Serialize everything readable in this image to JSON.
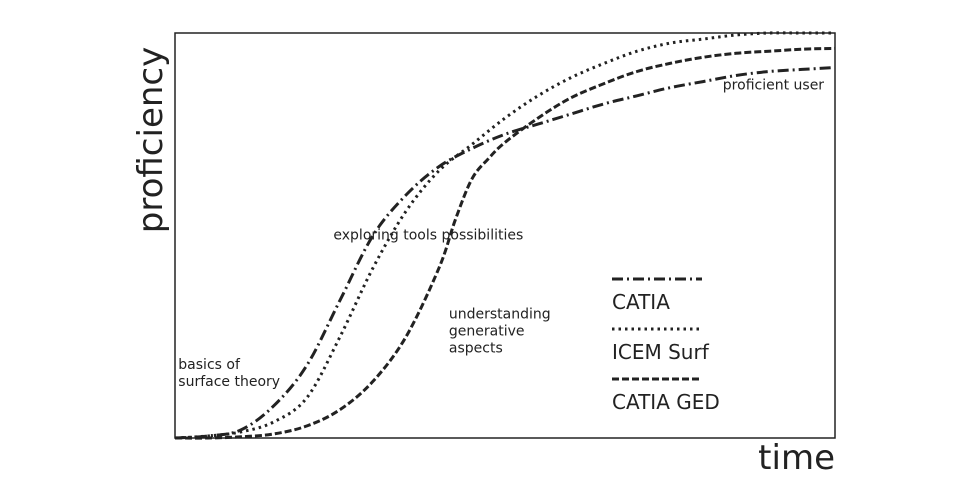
{
  "chart_data": {
    "type": "line",
    "title": "",
    "xlabel": "time",
    "ylabel": "proficiency",
    "xlim": [
      0,
      100
    ],
    "ylim": [
      0,
      100
    ],
    "grid": false,
    "legend_position": "right",
    "series": [
      {
        "name": "CATIA",
        "style": "dash-dot",
        "x": [
          0,
          5,
          10,
          15,
          20,
          25,
          30,
          35,
          40,
          45,
          50,
          55,
          60,
          65,
          70,
          75,
          80,
          85,
          90,
          95,
          100
        ],
        "y": [
          0,
          0.5,
          2,
          8,
          18,
          34,
          50,
          60,
          67,
          71.5,
          75,
          77.5,
          80,
          82.5,
          84.5,
          86.5,
          88,
          89.5,
          90.5,
          91,
          91.5
        ]
      },
      {
        "name": "ICEM Surf",
        "style": "dotted",
        "x": [
          0,
          5,
          10,
          15,
          20,
          25,
          30,
          35,
          40,
          45,
          50,
          55,
          60,
          65,
          70,
          75,
          80,
          85,
          90,
          95,
          100
        ],
        "y": [
          0,
          0.5,
          1.5,
          4,
          10,
          25,
          42,
          56,
          66,
          72.5,
          79,
          84.5,
          89,
          92.5,
          95.5,
          97.5,
          98.5,
          99.5,
          100,
          100,
          100
        ]
      },
      {
        "name": "CATIA GED",
        "style": "dashed",
        "x": [
          0,
          5,
          10,
          15,
          20,
          25,
          30,
          35,
          40,
          42.5,
          45,
          47.5,
          50,
          55,
          60,
          65,
          70,
          75,
          80,
          85,
          90,
          95,
          100
        ],
        "y": [
          0,
          0,
          0.3,
          1,
          3,
          7,
          14,
          25,
          42,
          54,
          64,
          69,
          73,
          79,
          84,
          87.5,
          90.5,
          92.5,
          94,
          95,
          95.5,
          96,
          96.2
        ]
      }
    ],
    "annotations": [
      {
        "text": [
          "basics of",
          "surface theory"
        ],
        "x": 0.5,
        "y": 17
      },
      {
        "text": [
          "exploring tools possibilities"
        ],
        "x": 24,
        "y": 49
      },
      {
        "text": [
          "understanding",
          "generative",
          "aspects"
        ],
        "x": 41.5,
        "y": 29.5
      },
      {
        "text": [
          "proficient user"
        ],
        "x": 83,
        "y": 86
      }
    ]
  }
}
